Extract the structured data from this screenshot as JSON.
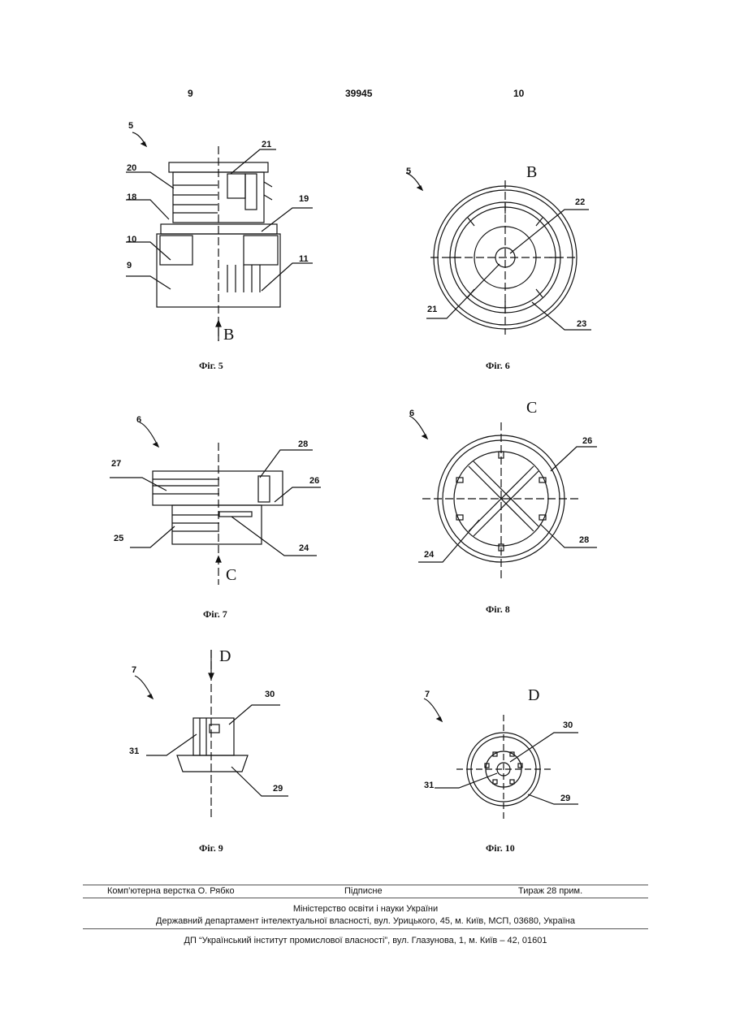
{
  "header": {
    "left_page": "9",
    "patent_number": "39945",
    "right_page": "10"
  },
  "figures": [
    {
      "id": "fig5",
      "caption": "Фіг. 5",
      "labels": [
        "5",
        "21",
        "20",
        "18",
        "19",
        "10",
        "11",
        "9"
      ],
      "view_letter": "B"
    },
    {
      "id": "fig6",
      "caption": "Фіг. 6",
      "labels": [
        "5",
        "22",
        "21",
        "23"
      ],
      "view_letter": "B"
    },
    {
      "id": "fig7",
      "caption": "Фіг. 7",
      "labels": [
        "6",
        "28",
        "27",
        "26",
        "25",
        "24"
      ],
      "view_letter": "C"
    },
    {
      "id": "fig8",
      "caption": "Фіг. 8",
      "labels": [
        "6",
        "26",
        "28",
        "24"
      ],
      "view_letter": "C"
    },
    {
      "id": "fig9",
      "caption": "Фіг. 9",
      "labels": [
        "7",
        "30",
        "31",
        "29"
      ],
      "view_letter": "D"
    },
    {
      "id": "fig10",
      "caption": "Фіг. 10",
      "labels": [
        "7",
        "30",
        "31",
        "29"
      ],
      "view_letter": "D"
    }
  ],
  "footer": {
    "typesetting": "Комп’ютерна верстка О. Рябко",
    "signed": "Підписне",
    "print_run": "Тираж 28 прим.",
    "ministry": "Міністерство освіти і науки України",
    "department": "Державний департамент інтелектуальної власності, вул. Урицького, 45, м. Київ, МСП, 03680, Україна",
    "institute": "ДП “Український інститут промислової власності”, вул. Глазунова, 1, м. Київ – 42, 01601"
  }
}
